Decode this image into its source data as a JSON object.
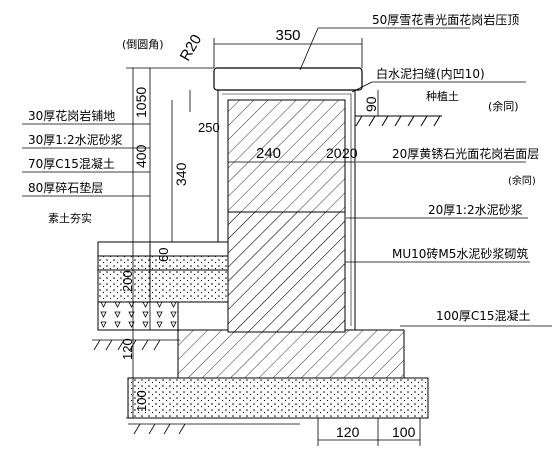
{
  "labels": {
    "top_coping": "50厚雪花青光面花岗岩压顶",
    "chamfer": "(倒圆角)",
    "radius": "R20",
    "seam": "白水泥扫缝(内凹10)",
    "soil": "种植土",
    "same1": "(余同)",
    "granite_face": "20厚黄锈石光面花岗岩面层",
    "same2": "(余同)",
    "mortar_render": "20厚1:2水泥砂浆",
    "brick": "MU10砖M5水泥砂浆砌筑",
    "concrete_base": "100厚C15混凝土",
    "paving1": "30厚花岗岩铺地",
    "paving2": "30厚1:2水泥砂浆",
    "paving3": "70厚C15混凝土",
    "paving4": "80厚碎石垫层",
    "paving5": "素土夯实"
  },
  "dims": {
    "d350": "350",
    "d1050": "1050",
    "d400": "400",
    "d340": "340",
    "d250": "250",
    "d240": "240",
    "d20a": "20",
    "d20b": "20",
    "d90": "90",
    "d60": "60",
    "d200": "200",
    "d120v": "120",
    "d100v": "100",
    "d120": "120",
    "d100": "100"
  },
  "colors": {
    "line": "#000000",
    "background": "#ffffff"
  }
}
